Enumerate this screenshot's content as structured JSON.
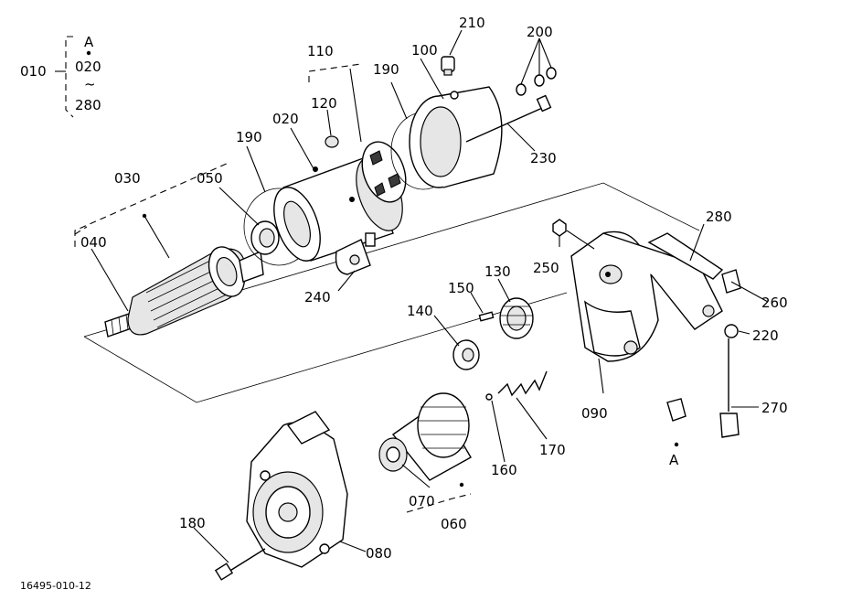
{
  "drawing_code": "16495-010-12",
  "group": {
    "root": "010",
    "top_marker": "A",
    "from": "020",
    "tilde": "~",
    "to": "280"
  },
  "callouts": {
    "p020": "020",
    "p030": "030",
    "p040": "040",
    "p050": "050",
    "p060": "060",
    "p070": "070",
    "p080": "080",
    "p090": "090",
    "p100": "100",
    "p110": "110",
    "p120": "120",
    "p130": "130",
    "p140": "140",
    "p150": "150",
    "p160": "160",
    "p170": "170",
    "p180": "180",
    "p190a": "190",
    "p190b": "190",
    "p200": "200",
    "p210": "210",
    "p220": "220",
    "p230": "230",
    "p240": "240",
    "p250": "250",
    "p260": "260",
    "p270": "270",
    "p280": "280",
    "marker_a": "A"
  }
}
